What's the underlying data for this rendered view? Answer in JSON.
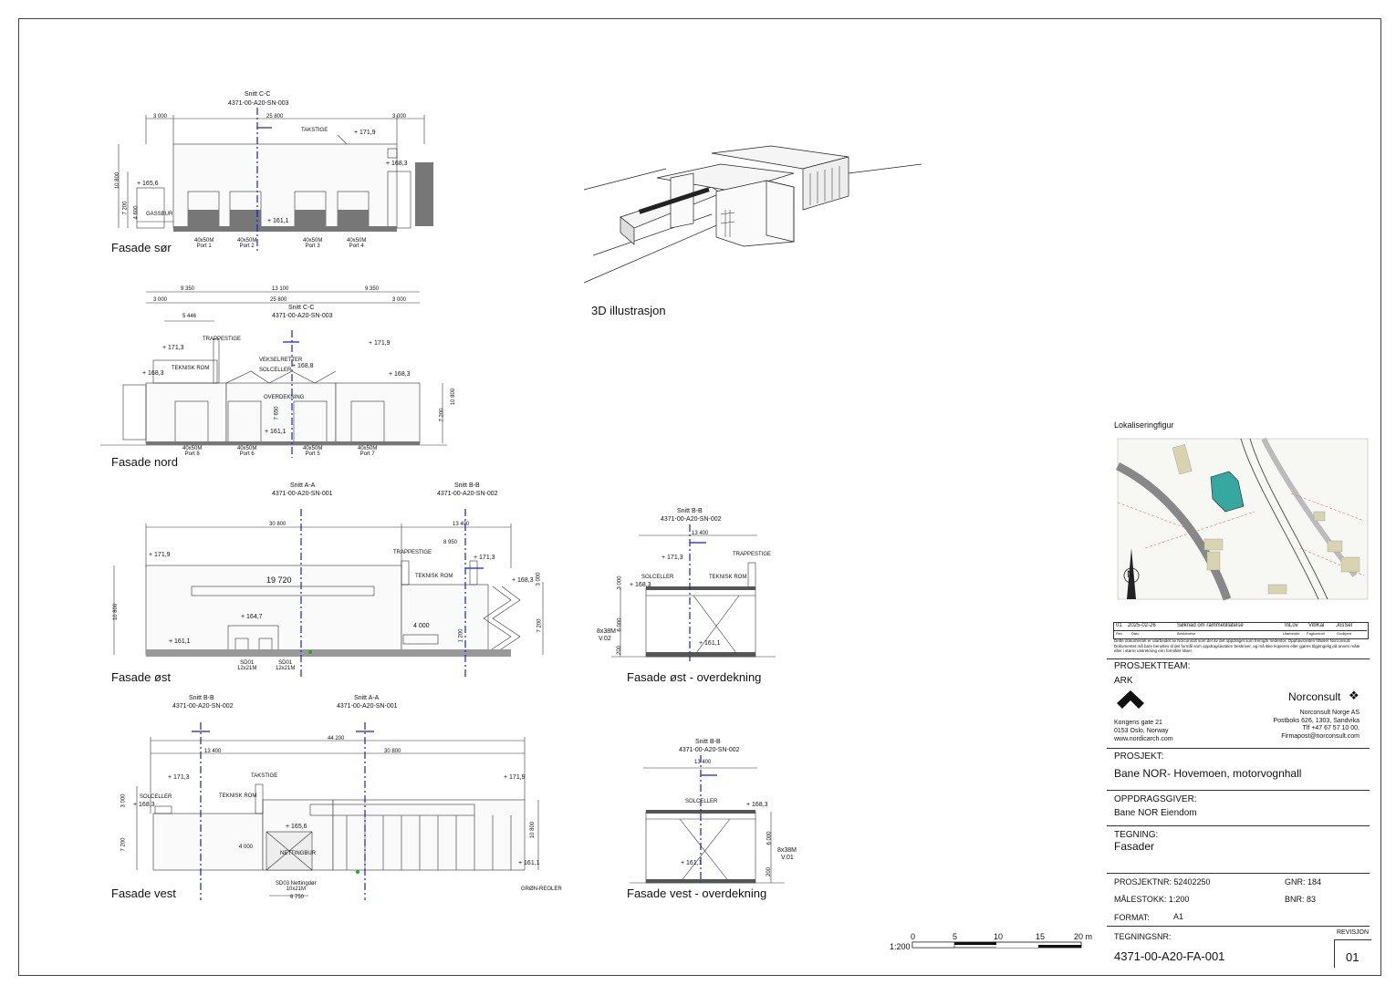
{
  "views": {
    "sor": {
      "title": "Fasade sør",
      "section": "Snitt C-C",
      "section_ref": "4371-00-A20-SN-003",
      "dims": [
        "3 000",
        "25 800",
        "3 000",
        "10 800",
        "7 200",
        "4 600"
      ],
      "levels": [
        "+ 171,9",
        "+ 168,3",
        "+ 165,6",
        "+ 161,1"
      ],
      "notes": [
        "TAKSTIGE",
        "GASSBUR"
      ],
      "ports": [
        [
          "40x50M",
          "Port 1"
        ],
        [
          "40x50M",
          "Port 2"
        ],
        [
          "40x50M",
          "Port 3"
        ],
        [
          "40x50M",
          "Port 4"
        ]
      ]
    },
    "nord": {
      "title": "Fasade nord",
      "section": "Snitt C-C",
      "section_ref": "4371-00-A20-SN-003",
      "dims": [
        "9 350",
        "13 100",
        "9 350",
        "3 000",
        "25 800",
        "3 000",
        "5 446",
        "10 800",
        "7 200",
        "7 650"
      ],
      "levels": [
        "+ 171,3",
        "+ 171,9",
        "+ 168,3",
        "+ 168,8",
        "+ 168,3",
        "+ 161,1"
      ],
      "notes": [
        "TRAPPESTIGE",
        "TEKNISK ROM",
        "VEKSELRETTER",
        "SOLCELLER",
        "OVERDEKNING"
      ],
      "ports": [
        [
          "40x50M",
          "Port 8"
        ],
        [
          "40x50M",
          "Port 6"
        ],
        [
          "40x50M",
          "Port 5"
        ],
        [
          "40x50M",
          "Port 7"
        ]
      ]
    },
    "ost": {
      "title": "Fasade øst",
      "section_a": "Snitt A-A",
      "section_a_ref": "4371-00-A20-SN-001",
      "section_b": "Snitt B-B",
      "section_b_ref": "4371-00-A20-SN-002",
      "dims": [
        "30 800",
        "13 400",
        "8 950",
        "19 720",
        "4 000",
        "10 800",
        "7 200",
        "3 000",
        "1 200"
      ],
      "levels": [
        "+ 171,9",
        "+ 171,3",
        "+ 168,3",
        "+ 164,7",
        "+ 161,1"
      ],
      "notes": [
        "TRAPPESTIGE",
        "TEKNISK ROM"
      ],
      "doors": [
        [
          "SD01",
          "12x21M"
        ],
        [
          "SD01",
          "12x21M"
        ]
      ]
    },
    "ost_over": {
      "title": "Fasade øst - overdekning",
      "section": "Snitt B-B",
      "section_ref": "4371-00-A20-SN-002",
      "dims": [
        "13 400",
        "3 000",
        "6 000",
        "200"
      ],
      "levels": [
        "+ 171,3",
        "+ 168,3",
        "+ 161,1"
      ],
      "notes": [
        "SOLCELLER",
        "TEKNISK ROM",
        "TRAPPESTIGE",
        "8x38M",
        "V.02"
      ]
    },
    "vest": {
      "title": "Fasade vest",
      "section_b": "Snitt B-B",
      "section_b_ref": "4371-00-A20-SN-002",
      "section_a": "Snitt A-A",
      "section_a_ref": "4371-00-A20-SN-001",
      "dims": [
        "44 200",
        "13 400",
        "30 800",
        "4 000",
        "6 750",
        "3 000",
        "7 200",
        "10 800"
      ],
      "levels": [
        "+ 171,3",
        "+ 168,3",
        "+ 165,6",
        "+ 171,9",
        "+ 161,1"
      ],
      "notes": [
        "TAKSTIGE",
        "SOLCELLER",
        "TEKNISK ROM",
        "NETTINGBUR",
        "GRØN-REOLER"
      ],
      "doors": [
        [
          "SD03 Nettingdør",
          "10x21M"
        ]
      ]
    },
    "vest_over": {
      "title": "Fasade vest - overdekning",
      "section": "Snitt B-B",
      "section_ref": "4371-00-A20-SN-002",
      "dims": [
        "13 400",
        "6 000",
        "200"
      ],
      "levels": [
        "+ 168,3",
        "+ 161,1"
      ],
      "notes": [
        "SOLCELLER",
        "8x38M",
        "V.01"
      ]
    },
    "illustration": {
      "title": "3D illustrasjon"
    }
  },
  "location": {
    "title": "Lokaliseringfigur",
    "north": "N"
  },
  "revision_table": {
    "row": [
      "01",
      "2025-02-26",
      "Søknad om rammetillatelse",
      "InLov",
      "VibKal",
      "JosSel"
    ],
    "headers": [
      "Rev",
      "Dato",
      "Beskrivelse",
      "Utarbeidet",
      "Fagkontroll",
      "Godkjent"
    ],
    "disclaimer": "Dette dokumentet er utarbeidet av Norconsult som del av det oppdraget som fremgår nedenfor. Opphavsretten tilhører Norconsult. Dokumentet må bare benyttes til det formål som oppdragsavtalen beskriver, og må ikke kopieres eller gjøres tilgjengelig på annen måte eller i større utstrekning enn formålet tilsier."
  },
  "team": {
    "label": "PROSJEKTTEAM:",
    "ark": "ARK",
    "ark_address": [
      "Kongens gate 21",
      "0153 Oslo, Norway",
      "www.nordicarch.com"
    ],
    "firm": "Norconsult",
    "firm_address": [
      "Norconsult Norge AS",
      "Postboks 626, 1303, Sandvika",
      "Tlf +47 67 57 10 00,",
      "Firmapost@norconsult.com"
    ]
  },
  "project": {
    "label": "PROSJEKT:",
    "value": "Bane NOR- Hovemoen, motorvognhall"
  },
  "client": {
    "label": "OPPDRAGSGIVER:",
    "value": "Bane NOR Eiendom"
  },
  "drawing": {
    "label": "TEGNING:",
    "value": "Fasader"
  },
  "meta": {
    "projektnr": "PROSJEKTNR: 52402250",
    "gnr": "GNR: 184",
    "malestokk": "MÅLESTOKK: 1:200",
    "bnr": "BNR: 83",
    "format_label": "FORMAT:",
    "format_value": "A1",
    "tegningsnr_label": "TEGNINGSNR:",
    "tegningsnr": "4371-00-A20-FA-001",
    "revisjon_label": "REVISJON",
    "revisjon": "01"
  },
  "scale_bar": {
    "ratio": "1:200",
    "ticks": [
      "0",
      "5",
      "10",
      "15",
      "20 m"
    ]
  }
}
